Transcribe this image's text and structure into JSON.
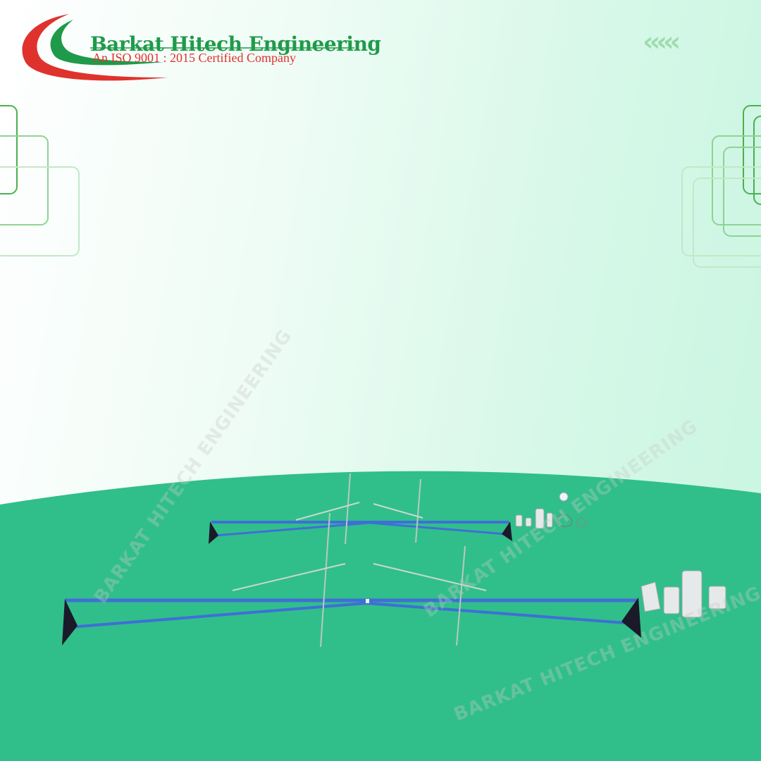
{
  "brand": {
    "name": "Barkat Hitech Engineering",
    "tagline": "An ISO 9001 : 2015 Certified Company"
  },
  "decoration": {
    "chevrons": "‹‹‹‹‹",
    "watermark": "BARKAT HITECH ENGINEERING"
  },
  "colors": {
    "brand_green": "#1f9a4a",
    "brand_red": "#e0322d",
    "wave_green": "#30bf8a",
    "frame_blue": "#3f6fd6"
  }
}
